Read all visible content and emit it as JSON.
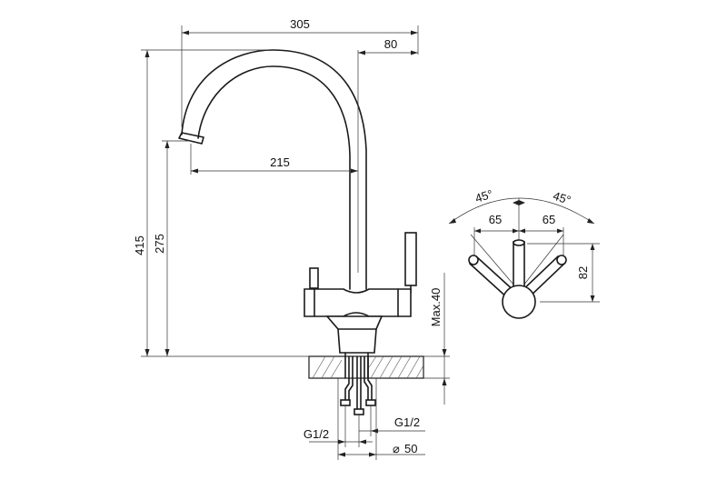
{
  "dimensions": {
    "overall_width": "305",
    "spout_reach": "80",
    "spout_inner": "215",
    "total_height": "415",
    "spout_height": "275",
    "max_thickness": "Max.40",
    "thread_left": "G1/2",
    "thread_right": "G1/2",
    "hole_diameter": "50",
    "diameter_symbol": "⌀"
  },
  "side_view": {
    "angle_left": "45°",
    "angle_right": "45°",
    "offset_left": "65",
    "offset_right": "65",
    "handle_height": "82"
  }
}
